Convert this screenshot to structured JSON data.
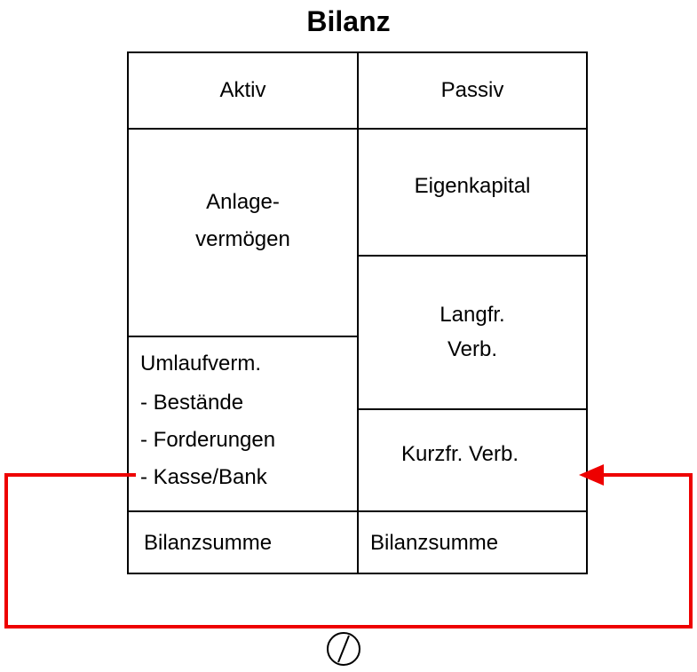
{
  "title": "Bilanz",
  "header": {
    "left": "Aktiv",
    "right": "Passiv"
  },
  "aktiv": {
    "anlage_line1": "Anlage-",
    "anlage_line2": "vermögen",
    "umlauf_title": "Umlaufverm.",
    "umlauf_items": [
      "- Bestände",
      "- Forderungen",
      "- Kasse/Bank"
    ]
  },
  "passiv": {
    "eigenkapital": "Eigenkapital",
    "langfr_line1": "Langfr.",
    "langfr_line2": "Verb.",
    "kurzfr": "Kurzfr. Verb."
  },
  "footer": {
    "left": "Bilanzsumme",
    "right": "Bilanzsumme"
  },
  "colors": {
    "arrow": "#ee0000",
    "lines": "#000000"
  },
  "symbols": {
    "bottom": "zero-sum-slash-circle-icon"
  }
}
